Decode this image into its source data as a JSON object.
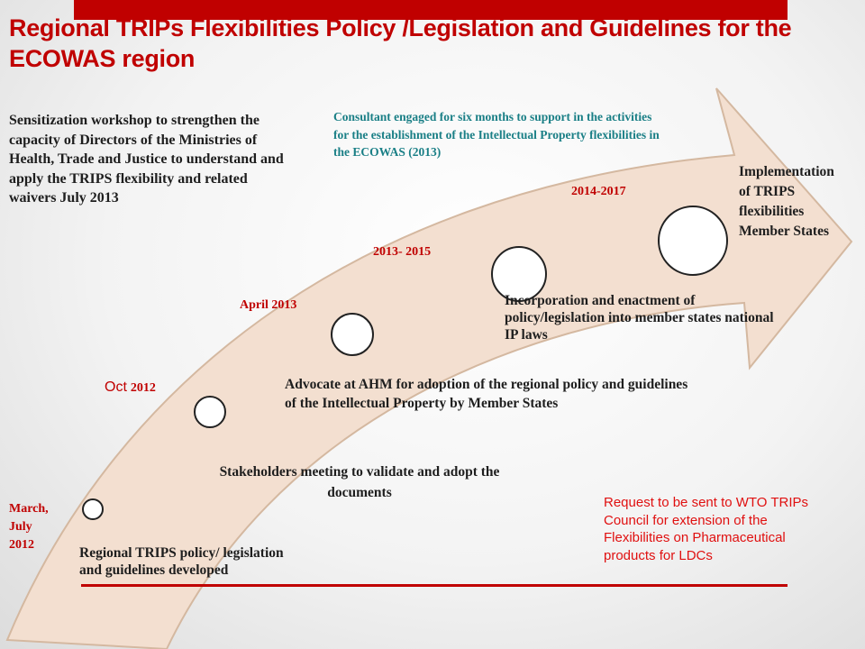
{
  "title": "Regional TRIPs Flexibilities Policy /Legislation and Guidelines for the ECOWAS region",
  "colors": {
    "accent_red": "#c00000",
    "teal": "#1a7f86",
    "arrow_fill": "#f3dfd0",
    "arrow_stroke": "#d4b8a0"
  },
  "milestones": [
    {
      "date": "March, July 2012",
      "description": "Regional TRIPS policy/ legislation and guidelines developed"
    },
    {
      "date_prefix": "Oct",
      "date_suffix": "2012",
      "description": "Stakeholders meeting to validate and adopt the documents"
    },
    {
      "date": "April 2013",
      "description": "Advocate  at AHM for adoption of the regional policy and guidelines of the Intellectual Property by Member States"
    },
    {
      "date": "2013- 2015",
      "description": "Incorporation and enactment of policy/legislation into member states national IP laws"
    },
    {
      "date": "2014-2017",
      "description": "Implementation of TRIPS flexibilities Member States"
    }
  ],
  "notes": {
    "workshop": "Sensitization workshop to strengthen the capacity of Directors of the Ministries of Health, Trade and Justice to understand and apply the TRIPS flexibility and related waivers July 2013",
    "consultant": "Consultant  engaged for  six months to support in the activities  for the establishment of the Intellectual Property flexibilities in the ECOWAS  (2013)",
    "wto_request": "Request to be sent to WTO TRIPs Council for extension of the Flexibilities on Pharmaceutical products for LDCs"
  }
}
